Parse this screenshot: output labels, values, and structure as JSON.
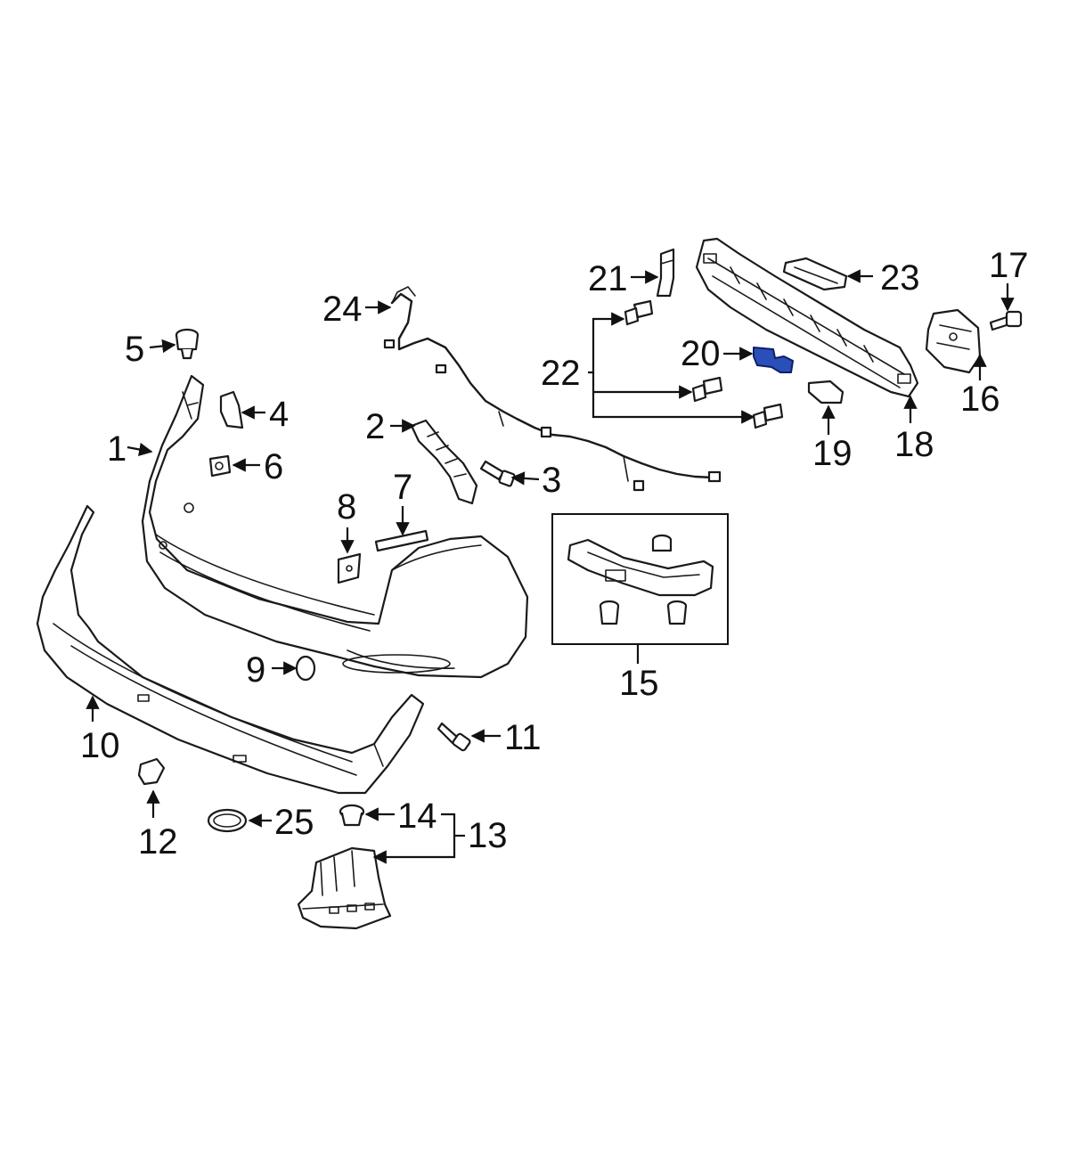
{
  "diagram": {
    "highlight_color": "#2a4fb8",
    "callouts": {
      "c1": "1",
      "c2": "2",
      "c3": "3",
      "c4": "4",
      "c5": "5",
      "c6": "6",
      "c7": "7",
      "c8": "8",
      "c9": "9",
      "c10": "10",
      "c11": "11",
      "c12": "12",
      "c13": "13",
      "c14": "14",
      "c15": "15",
      "c16": "16",
      "c17": "17",
      "c18": "18",
      "c19": "19",
      "c20": "20",
      "c21": "21",
      "c22": "22",
      "c23": "23",
      "c24": "24",
      "c25": "25"
    }
  }
}
